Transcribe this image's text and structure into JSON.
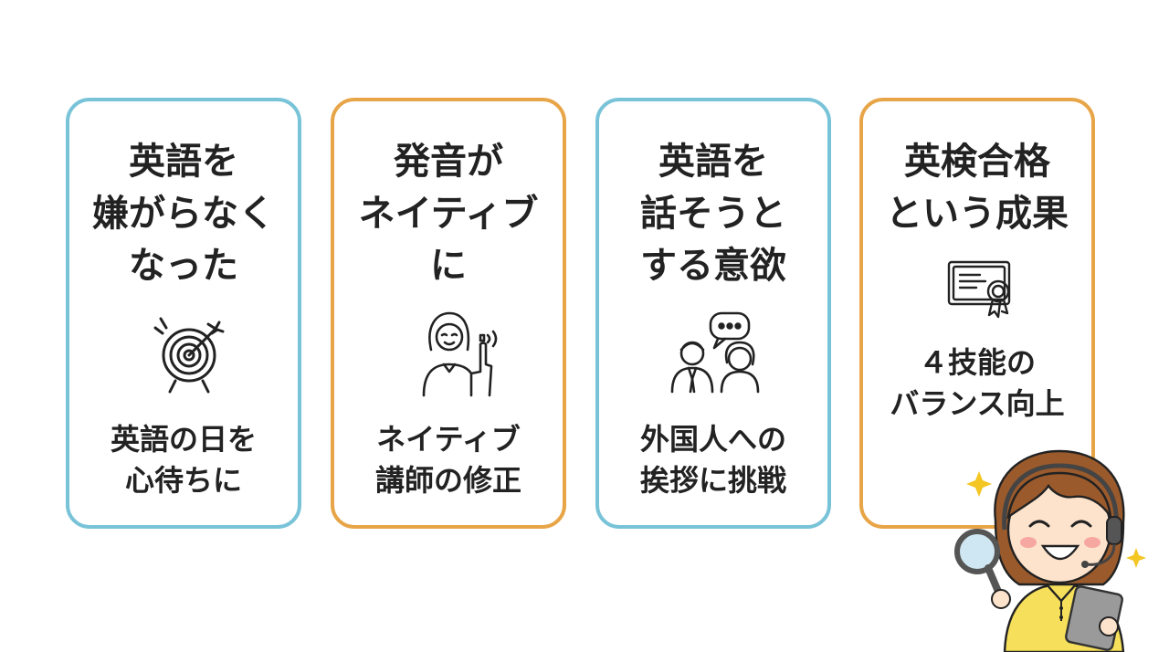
{
  "cards": [
    {
      "title": "英語を\n嫌がらなく\nなった",
      "icon": "target-icon",
      "description": "英語の日を\n心待ちに",
      "border_color": "#79c3d8"
    },
    {
      "title": "発音が\nネイティブ\nに",
      "icon": "speaking-person-icon",
      "description": "ネイティブ\n講師の修正",
      "border_color": "#e8a548"
    },
    {
      "title": "英語を\n話そうと\nする意欲",
      "icon": "conversation-icon",
      "description": "外国人への\n挨拶に挑戦",
      "border_color": "#79c3d8"
    },
    {
      "title": "英検合格\nという成果",
      "icon": "certificate-icon",
      "description": "４技能の\nバランス向上",
      "border_color": "#e8a548"
    }
  ],
  "mascot": {
    "icon": "girl-with-magnifier-icon"
  }
}
